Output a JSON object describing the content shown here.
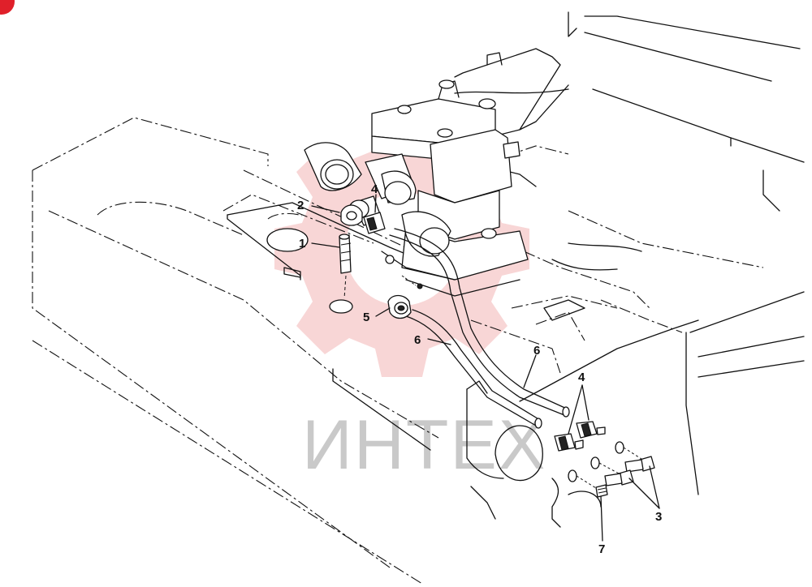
{
  "watermark": {
    "text": "ИНТЕХ",
    "color": "#c9c9c9",
    "gear_color": "#f3b5b5"
  },
  "corner_badge_color": "#e0202a",
  "callouts": [
    {
      "id": "c1",
      "label": "1"
    },
    {
      "id": "c2",
      "label": "2"
    },
    {
      "id": "c3",
      "label": "3"
    },
    {
      "id": "c4a",
      "label": "4"
    },
    {
      "id": "c4b",
      "label": "4"
    },
    {
      "id": "c5",
      "label": "5"
    },
    {
      "id": "c6a",
      "label": "6"
    },
    {
      "id": "c6b",
      "label": "6"
    },
    {
      "id": "c7",
      "label": "7"
    }
  ]
}
